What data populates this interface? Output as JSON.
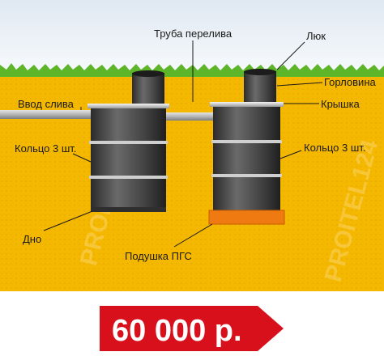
{
  "labels": {
    "overflow_pipe": "Труба перелива",
    "hatch": "Люк",
    "neck": "Горловина",
    "inlet": "Ввод слива",
    "cover": "Крышка",
    "ring_left": "Кольцо 3 шт.",
    "ring_right": "Кольцо 3 шт.",
    "bottom": "Дно",
    "gravel_cushion": "Подушка ПГС"
  },
  "watermark": "PROITEL124",
  "price": "60 000 р.",
  "colors": {
    "sky": "#eef3f8",
    "grass": "#5db52a",
    "soil": "#f5b800",
    "ring": "#4e4e4e",
    "cushion": "#f07a12",
    "price_bg": "#d8101c",
    "pipe": "#b9b9b9"
  }
}
